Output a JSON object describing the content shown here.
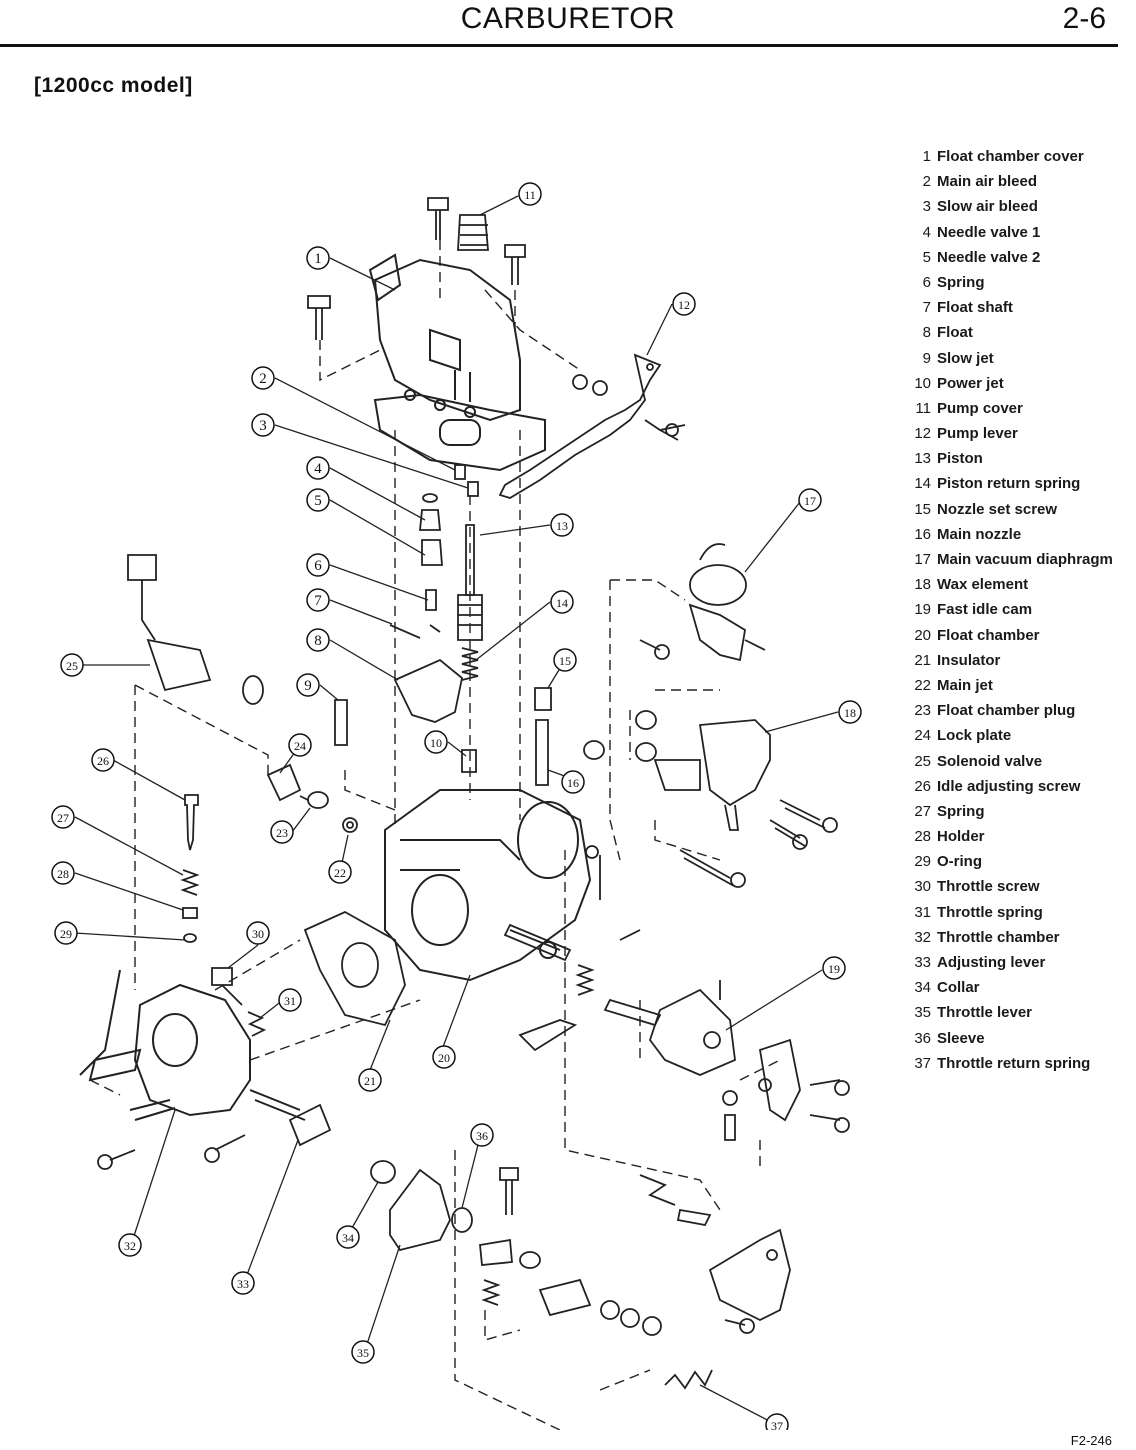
{
  "header": {
    "title": "CARBURETOR",
    "page_number": "2-6"
  },
  "section": {
    "model_label": "[1200cc model]"
  },
  "figure_code": "F2-246",
  "callouts": [
    "1",
    "2",
    "3",
    "4",
    "5",
    "6",
    "7",
    "8",
    "9",
    "10",
    "11",
    "12",
    "13",
    "14",
    "15",
    "16",
    "17",
    "18",
    "19",
    "20",
    "21",
    "22",
    "23",
    "24",
    "25",
    "26",
    "27",
    "28",
    "29",
    "30",
    "31",
    "32",
    "33",
    "34",
    "35",
    "36",
    "37"
  ],
  "legend": [
    {
      "num": "1",
      "label": "Float chamber cover"
    },
    {
      "num": "2",
      "label": "Main air bleed"
    },
    {
      "num": "3",
      "label": "Slow air bleed"
    },
    {
      "num": "4",
      "label": "Needle valve 1"
    },
    {
      "num": "5",
      "label": "Needle valve 2"
    },
    {
      "num": "6",
      "label": "Spring"
    },
    {
      "num": "7",
      "label": "Float shaft"
    },
    {
      "num": "8",
      "label": "Float"
    },
    {
      "num": "9",
      "label": "Slow jet"
    },
    {
      "num": "10",
      "label": "Power jet"
    },
    {
      "num": "11",
      "label": "Pump cover"
    },
    {
      "num": "12",
      "label": "Pump lever"
    },
    {
      "num": "13",
      "label": "Piston"
    },
    {
      "num": "14",
      "label": "Piston return spring"
    },
    {
      "num": "15",
      "label": "Nozzle set screw"
    },
    {
      "num": "16",
      "label": "Main nozzle"
    },
    {
      "num": "17",
      "label": "Main vacuum diaphragm"
    },
    {
      "num": "18",
      "label": "Wax element"
    },
    {
      "num": "19",
      "label": "Fast idle cam"
    },
    {
      "num": "20",
      "label": "Float chamber"
    },
    {
      "num": "21",
      "label": "Insulator"
    },
    {
      "num": "22",
      "label": "Main jet"
    },
    {
      "num": "23",
      "label": "Float chamber plug"
    },
    {
      "num": "24",
      "label": "Lock plate"
    },
    {
      "num": "25",
      "label": "Solenoid valve"
    },
    {
      "num": "26",
      "label": "Idle adjusting screw"
    },
    {
      "num": "27",
      "label": "Spring"
    },
    {
      "num": "28",
      "label": "Holder"
    },
    {
      "num": "29",
      "label": "O-ring"
    },
    {
      "num": "30",
      "label": "Throttle screw"
    },
    {
      "num": "31",
      "label": "Throttle spring"
    },
    {
      "num": "32",
      "label": "Throttle chamber"
    },
    {
      "num": "33",
      "label": "Adjusting lever"
    },
    {
      "num": "34",
      "label": "Collar"
    },
    {
      "num": "35",
      "label": "Throttle lever"
    },
    {
      "num": "36",
      "label": "Sleeve"
    },
    {
      "num": "37",
      "label": "Throttle return spring"
    }
  ]
}
